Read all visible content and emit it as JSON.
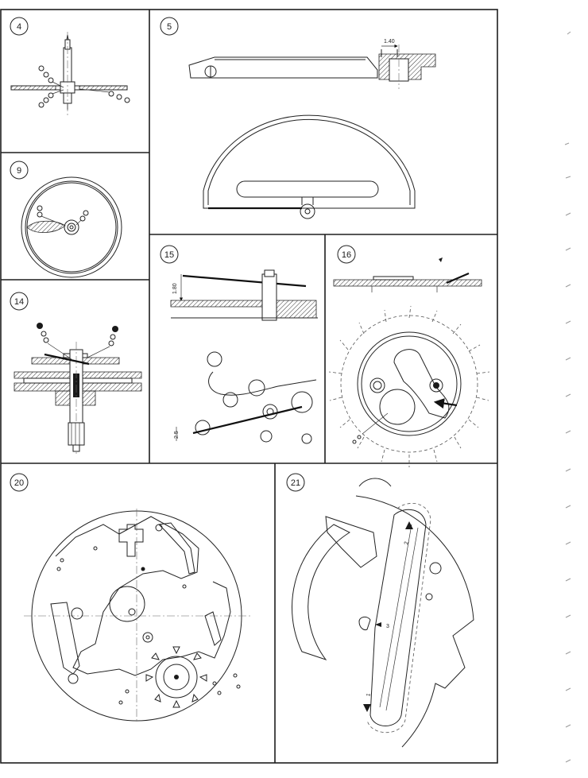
{
  "figures": [
    {
      "number": "4"
    },
    {
      "number": "5",
      "dimension": "1.40"
    },
    {
      "number": "9"
    },
    {
      "number": "14"
    },
    {
      "number": "15",
      "dimension": "1.80",
      "dimension_lower": "2.5"
    },
    {
      "number": "16"
    },
    {
      "number": "20"
    },
    {
      "number": "21",
      "callouts": [
        "1",
        "2",
        "3"
      ]
    }
  ]
}
